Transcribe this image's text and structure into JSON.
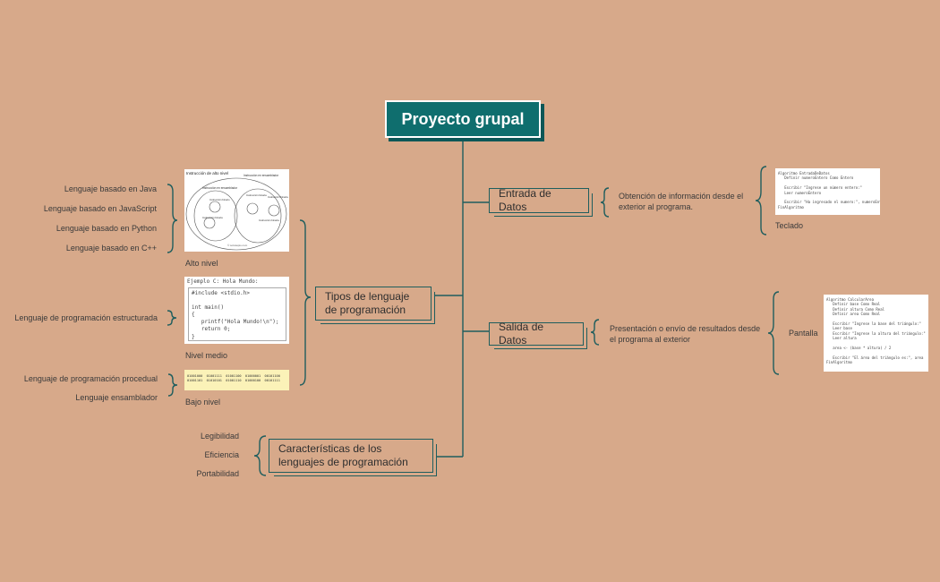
{
  "root": {
    "title": "Proyecto grupal"
  },
  "entrada": {
    "label": "Entrada de Datos",
    "description": "Obtención de información desde el exterior al programa.",
    "caption": "Teclado",
    "code": "Algoritmo EntradaDeDatos\n   Definir numeroEntero Como Entero\n\n   Escribir \"Ingrese un número entero:\"\n   Leer numeroEntero\n\n   Escribir \"Ha ingresado el numero:\", numeroEntero\nFinAlgoritmo"
  },
  "salida": {
    "label": "Salida de Datos",
    "description": "Presentación o envío de resultados desde el programa al exterior",
    "caption": "Pantalla",
    "code": "Algoritmo CalcularArea\n   Definir base Como Real\n   Definir altura Como Real\n   Definir area Como Real\n\n   Escribir \"Ingrese la base del triángulo:\"\n   Leer base\n   Escribir \"Ingrese la altura del triángulo:\"\n   Leer altura\n\n   area <- (base * altura) / 2\n\n   Escribir \"El área del triángulo es:\", area\nFinAlgoritmo"
  },
  "tipos": {
    "label": "Tipos de lenguaje de programación",
    "alto": {
      "caption": "Alto nivel",
      "leaves": [
        "Lenguaje basado en Java",
        "Lenguaje basado en JavaScript",
        "Lenguaje basado en Python",
        "Lenguaje basado en C++"
      ],
      "diagram_labels": [
        "Instrucción de alto nivel",
        "Instrucción en ensamblador",
        "Instrucción en ensamblador",
        "Instrucción binario",
        "Instrucción binaria",
        "Instrucción binaria",
        "Instrucción binaria",
        "Instrucción binaria",
        "© solvaapio.com"
      ]
    },
    "medio": {
      "caption": "Nivel medio",
      "leaves": [
        "Lenguaje de programación estructurada"
      ],
      "code_title": "Ejemplo C: Hola Mundo:",
      "code": "#include <stdio.h>\n\nint main()\n{\n   printf(\"Hola Mundo!\\n\");\n   return 0;\n}"
    },
    "bajo": {
      "caption": "Bajo nivel",
      "leaves": [
        "Lenguaje de programación procedual",
        "Lenguaje ensamblador"
      ],
      "binary": "01001000  01001111  01001100  01000001  00101100\n01001101  01010101  01001110  01000100  00101111"
    }
  },
  "caracteristicas": {
    "label": "Características de los lenguajes de programación",
    "leaves": [
      "Legibilidad",
      "Eficiencia",
      "Portabilidad"
    ]
  },
  "colors": {
    "background": "#d7a98a",
    "accent": "#0f6e6e",
    "line": "#1f5e5e"
  }
}
